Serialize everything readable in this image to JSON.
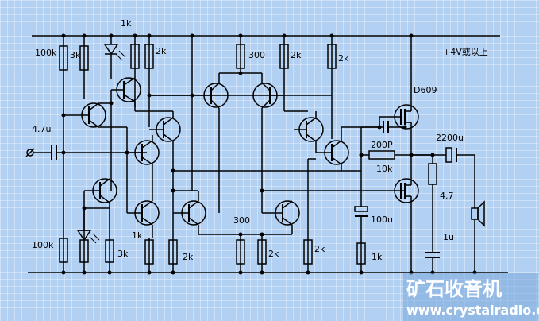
{
  "diagram": {
    "labels": {
      "r_1k_top": "1k",
      "r_100k_top": "100k",
      "r_3k_top": "3k",
      "r_2k_top_a": "2k",
      "r_300_top": "300",
      "r_2k_top_b": "2k",
      "r_2k_top_c": "2k",
      "supply": "+4V或以上",
      "d609": "D609",
      "cap_in": "4.7u",
      "cap_200p": "200P",
      "r_10k": "10k",
      "cap_out": "2200u",
      "r_4_7": "4.7",
      "cap_100u": "100u",
      "cap_1u": "1u",
      "r_1k_mid": "1k",
      "r_300_bot": "300",
      "r_100k_bot": "100k",
      "r_3k_bot": "3k",
      "r_2k_bot_a": "2k",
      "r_2k_bot_b": "2k",
      "r_2k_bot_c": "2k",
      "r_1k_bot": "1k"
    }
  },
  "watermark": {
    "site_name": "矿石收音机",
    "url": "www.crystalradio.cn"
  }
}
